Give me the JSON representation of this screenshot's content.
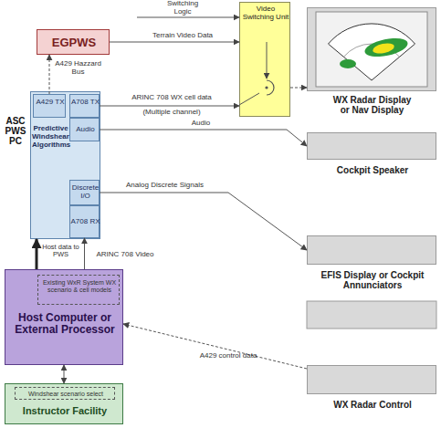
{
  "diagram": {
    "nodes": [
      {
        "text": [
          "Video Switching Unit"
        ]
      },
      {
        "text": [
          "EGPWS"
        ]
      },
      {
        "text": [
          "ASC PWS PC",
          "Predictive Windshear Algorithms"
        ]
      },
      {
        "text": [
          "A429 TX"
        ],
        "in": 2
      },
      {
        "text": [
          "A708 TX"
        ],
        "in": 2
      },
      {
        "text": [
          "Audio"
        ],
        "in": 2
      },
      {
        "text": [
          "Discrete I/O"
        ],
        "in": 2
      },
      {
        "text": [
          "A708 RX"
        ],
        "in": 2
      },
      {
        "text": [
          "WX Radar Display or Nav Display"
        ]
      },
      {
        "text": [
          "Cockpit Speaker"
        ]
      },
      {
        "text": [
          "EFIS Display or Cockpit Annunciators"
        ]
      },
      {
        "text": [
          "Host Computer or External Processor"
        ]
      },
      {
        "text": [
          "Existing WxR System WX scenario & cell models"
        ],
        "in": 11
      },
      {
        "text": [
          "Instructor Facility"
        ]
      },
      {
        "text": [
          "Windshear scenario select"
        ],
        "in": 13
      },
      {
        "text": [
          "WX Radar Control"
        ]
      }
    ],
    "edges": [
      {
        "from": 3,
        "to": 1,
        "label": "A429 Hazzard Bus",
        "arrow": "to"
      },
      {
        "from": 1,
        "to": 0,
        "label": "Terrain Video Data",
        "arrow": "to"
      },
      {
        "from": 4,
        "to": 0,
        "label": "ARINC 708 WX cell data",
        "arrow": "to"
      },
      {
        "from": 0,
        "to": 8,
        "arrow": "to"
      },
      {
        "from": 5,
        "to": 9,
        "label": "Audio",
        "arrow": "to"
      },
      {
        "from": 6,
        "to": 10,
        "label": "Analog Discrete Signals",
        "arrow": "to"
      },
      {
        "from": 11,
        "to": 7,
        "label": "ARINC 708 Video",
        "arrow": "to"
      },
      {
        "from": 11,
        "to": 2,
        "label": "Host data to PWS",
        "arrow": "to"
      },
      {
        "from": 11,
        "to": 13,
        "arrow": "both"
      },
      {
        "from": 15,
        "to": 11,
        "label": "A429 control data",
        "arrow": "to"
      }
    ],
    "labels": [
      "Switching Logic",
      "(Multiple channel)"
    ]
  }
}
